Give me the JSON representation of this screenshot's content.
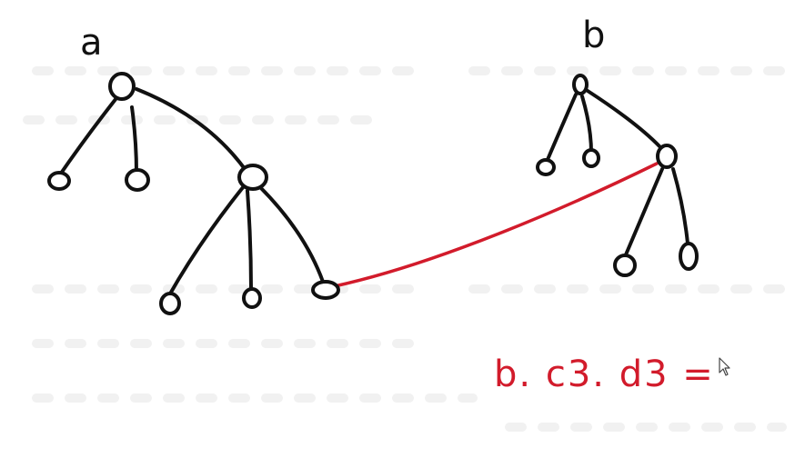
{
  "labels": {
    "tree_a": "a",
    "tree_b": "b",
    "expression": "b. c3. d3 ="
  },
  "colors": {
    "ink": "#111111",
    "highlight": "#d21b2b"
  },
  "icons": {
    "cursor": "mouse-pointer-icon"
  }
}
